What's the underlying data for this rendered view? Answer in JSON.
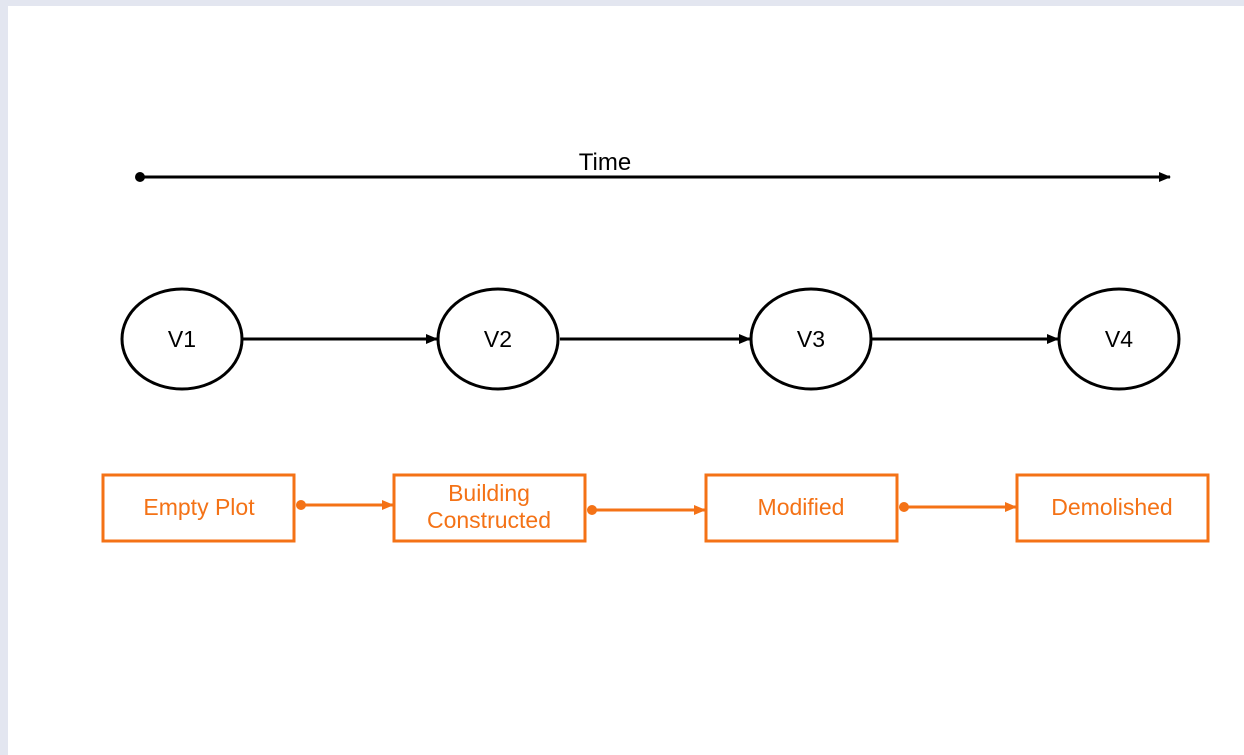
{
  "diagram": {
    "time_label": "Time",
    "versions": [
      {
        "label": "V1"
      },
      {
        "label": "V2"
      },
      {
        "label": "V3"
      },
      {
        "label": "V4"
      }
    ],
    "states": [
      {
        "lines": [
          "Empty Plot"
        ]
      },
      {
        "lines": [
          "Building",
          "Constructed"
        ]
      },
      {
        "lines": [
          "Modified"
        ]
      },
      {
        "lines": [
          "Demolished"
        ]
      }
    ]
  },
  "colors": {
    "version_stroke": "#000000",
    "state_accent": "#f47216",
    "background_frame": "#e3e6f0",
    "canvas": "#ffffff"
  }
}
